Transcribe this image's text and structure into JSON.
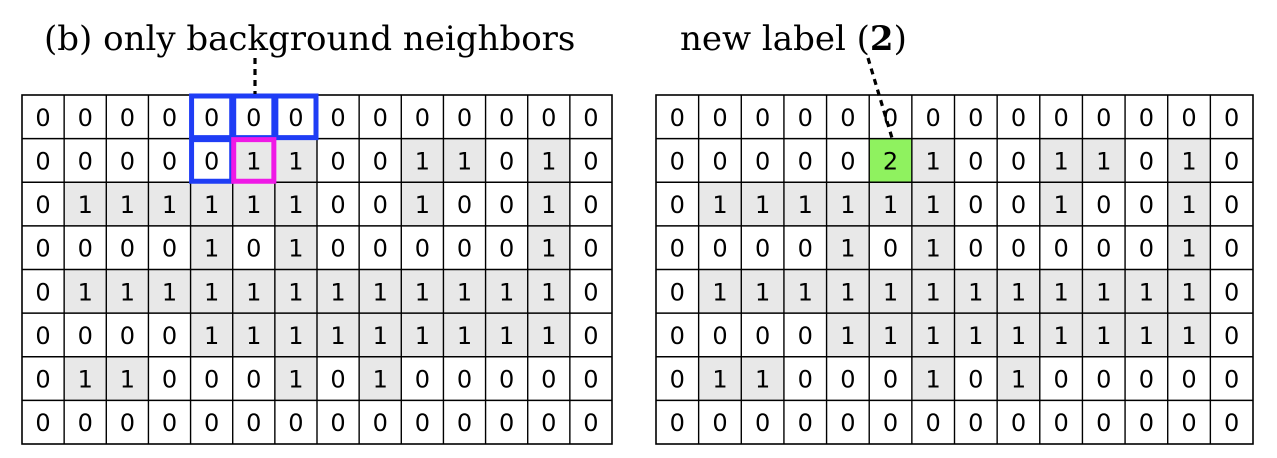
{
  "panels": [
    {
      "id": "left",
      "title_parts": [
        {
          "text": "(b) only background neighbors",
          "bold": false
        }
      ],
      "grid": [
        [
          0,
          0,
          0,
          0,
          0,
          0,
          0,
          0,
          0,
          0,
          0,
          0,
          0,
          0
        ],
        [
          0,
          0,
          0,
          0,
          0,
          1,
          1,
          0,
          0,
          1,
          1,
          0,
          1,
          0
        ],
        [
          0,
          1,
          1,
          1,
          1,
          1,
          1,
          0,
          0,
          1,
          0,
          0,
          1,
          0
        ],
        [
          0,
          0,
          0,
          0,
          1,
          0,
          1,
          0,
          0,
          0,
          0,
          0,
          1,
          0
        ],
        [
          0,
          1,
          1,
          1,
          1,
          1,
          1,
          1,
          1,
          1,
          1,
          1,
          1,
          0
        ],
        [
          0,
          0,
          0,
          0,
          1,
          1,
          1,
          1,
          1,
          1,
          1,
          1,
          1,
          0
        ],
        [
          0,
          1,
          1,
          0,
          0,
          0,
          1,
          0,
          1,
          0,
          0,
          0,
          0,
          0
        ],
        [
          0,
          0,
          0,
          0,
          0,
          0,
          0,
          0,
          0,
          0,
          0,
          0,
          0,
          0
        ]
      ],
      "neighbor_cells": [
        [
          0,
          4
        ],
        [
          0,
          5
        ],
        [
          0,
          6
        ],
        [
          1,
          4
        ]
      ],
      "neighbor_color": "#1f3df5",
      "current_cell": [
        1,
        5
      ],
      "current_color": "#ef19e6"
    },
    {
      "id": "right",
      "title_parts": [
        {
          "text": "new label (",
          "bold": false
        },
        {
          "text": "2",
          "bold": true
        },
        {
          "text": ")",
          "bold": false
        }
      ],
      "grid": [
        [
          0,
          0,
          0,
          0,
          0,
          0,
          0,
          0,
          0,
          0,
          0,
          0,
          0,
          0
        ],
        [
          0,
          0,
          0,
          0,
          0,
          2,
          1,
          0,
          0,
          1,
          1,
          0,
          1,
          0
        ],
        [
          0,
          1,
          1,
          1,
          1,
          1,
          1,
          0,
          0,
          1,
          0,
          0,
          1,
          0
        ],
        [
          0,
          0,
          0,
          0,
          1,
          0,
          1,
          0,
          0,
          0,
          0,
          0,
          1,
          0
        ],
        [
          0,
          1,
          1,
          1,
          1,
          1,
          1,
          1,
          1,
          1,
          1,
          1,
          1,
          0
        ],
        [
          0,
          0,
          0,
          0,
          1,
          1,
          1,
          1,
          1,
          1,
          1,
          1,
          1,
          0
        ],
        [
          0,
          1,
          1,
          0,
          0,
          0,
          1,
          0,
          1,
          0,
          0,
          0,
          0,
          0
        ],
        [
          0,
          0,
          0,
          0,
          0,
          0,
          0,
          0,
          0,
          0,
          0,
          0,
          0,
          0
        ]
      ],
      "new_label_cell": [
        1,
        5
      ],
      "new_label_color": "#8ff25f"
    }
  ],
  "colors": {
    "foreground_fill": "#e8e8e8",
    "background_fill": "#ffffff",
    "line": "#000000"
  }
}
